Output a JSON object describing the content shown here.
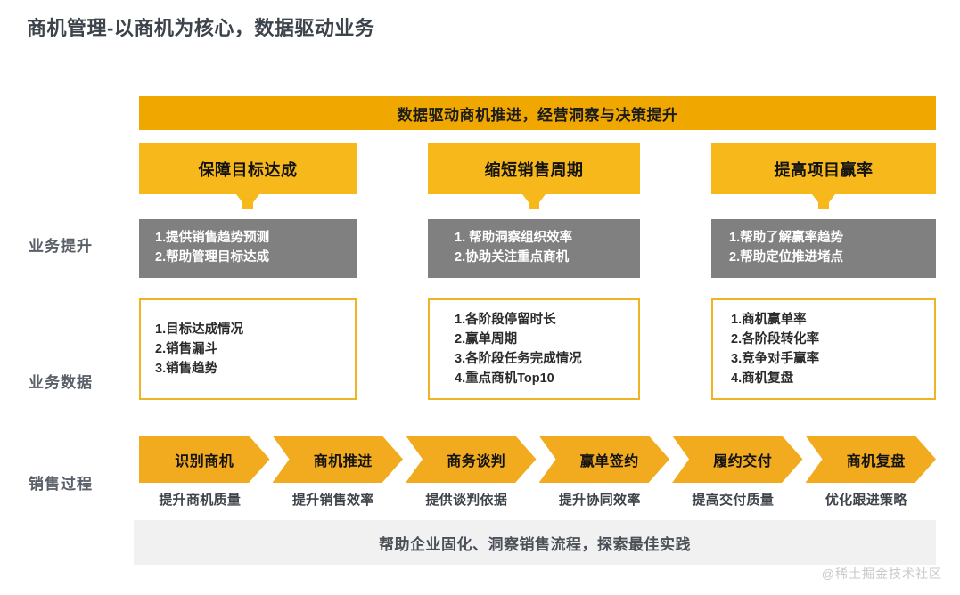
{
  "page_title": "商机管理-以商机为核心，数据驱动业务",
  "banner": {
    "text": "数据驱动商机推进，经营洞察与决策提升"
  },
  "row_labels": {
    "business_improvement": "业务提升",
    "business_data": "业务数据",
    "sales_process": "销售过程"
  },
  "columns": [
    {
      "header": "保障目标达成",
      "benefits": [
        "1.提供销售趋势预测",
        "2.帮助管理目标达成"
      ],
      "metrics": [
        "1.目标达成情况",
        "2.销售漏斗",
        "3.销售趋势"
      ]
    },
    {
      "header": "缩短销售周期",
      "benefits": [
        "1. 帮助洞察组织效率",
        "2.协助关注重点商机"
      ],
      "metrics": [
        "1.各阶段停留时长",
        "2.赢单周期",
        "3.各阶段任务完成情况",
        "4.重点商机Top10"
      ]
    },
    {
      "header": "提高项目赢率",
      "benefits": [
        "1.帮助了解赢率趋势",
        "2.帮助定位推进堵点"
      ],
      "metrics": [
        "1.商机赢单率",
        "2.各阶段转化率",
        "3.竞争对手赢率",
        "4.商机复盘"
      ]
    }
  ],
  "process_steps": [
    {
      "label": "识别商机",
      "caption": "提升商机质量"
    },
    {
      "label": "商机推进",
      "caption": "提升销售效率"
    },
    {
      "label": "商务谈判",
      "caption": "提供谈判依据"
    },
    {
      "label": "赢单签约",
      "caption": "提升协同效率"
    },
    {
      "label": "履约交付",
      "caption": "提高交付质量"
    },
    {
      "label": "商机复盘",
      "caption": "优化跟进策略"
    }
  ],
  "footer": {
    "text": "帮助企业固化、洞察销售流程，探索最佳实践"
  },
  "watermark": {
    "text": "@稀土掘金技术社区"
  },
  "colors": {
    "banner_yellow": "#f0a800",
    "header_yellow": "#f7b81c",
    "chevron_yellow": "#f2ab1f",
    "box_border": "#f0b326",
    "gray_box": "#808080",
    "footer_gray": "#f1f1f1",
    "title_text": "#3d434b"
  }
}
